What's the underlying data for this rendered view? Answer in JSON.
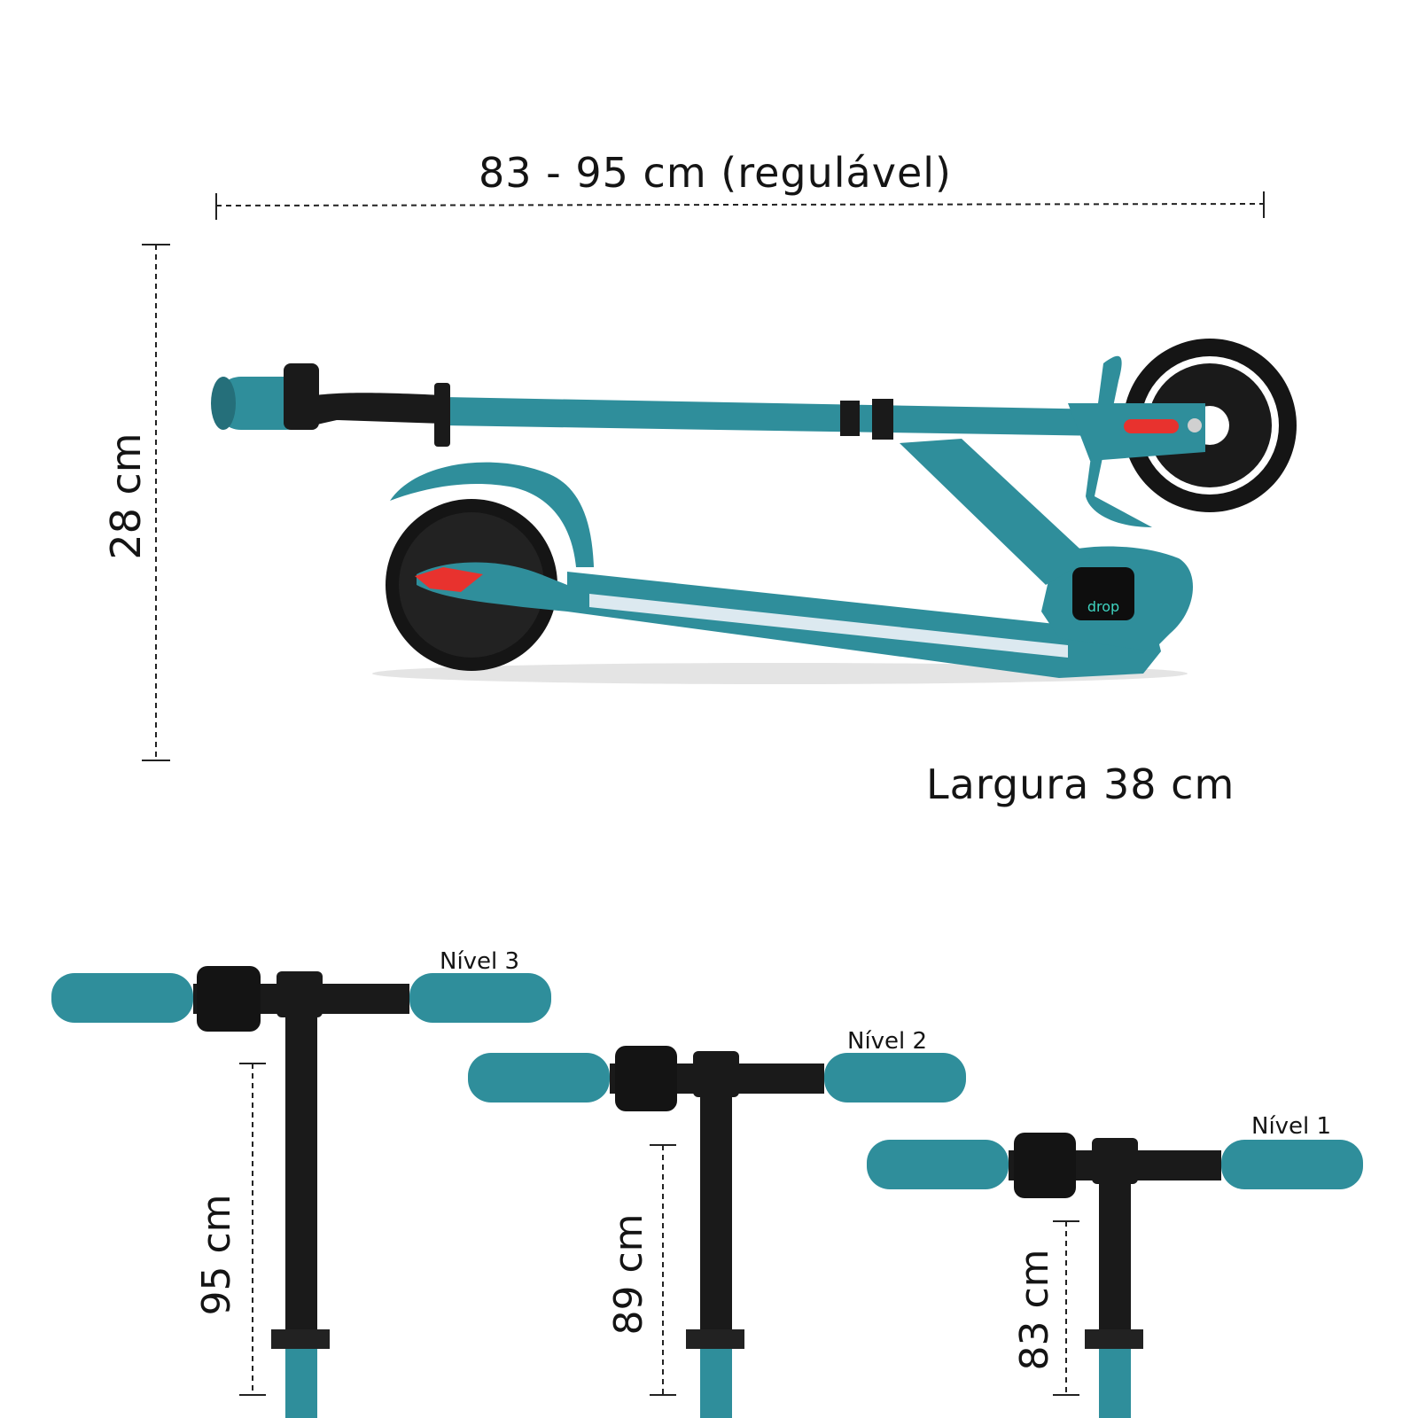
{
  "folded": {
    "length_label": "83 - 95 cm (regulável)",
    "height_label": "28 cm",
    "width_label": "Largura  38 cm",
    "brand_badge": "drop"
  },
  "levels": [
    {
      "name": "Nível 3",
      "height": "95 cm"
    },
    {
      "name": "Nível 2",
      "height": "89 cm"
    },
    {
      "name": "Nível 1",
      "height": "83 cm"
    }
  ],
  "colors": {
    "teal": "#2f8e9b",
    "teal_dark": "#1f6f7b",
    "black": "#1a1a1a",
    "reflector_red": "#e8322e"
  }
}
